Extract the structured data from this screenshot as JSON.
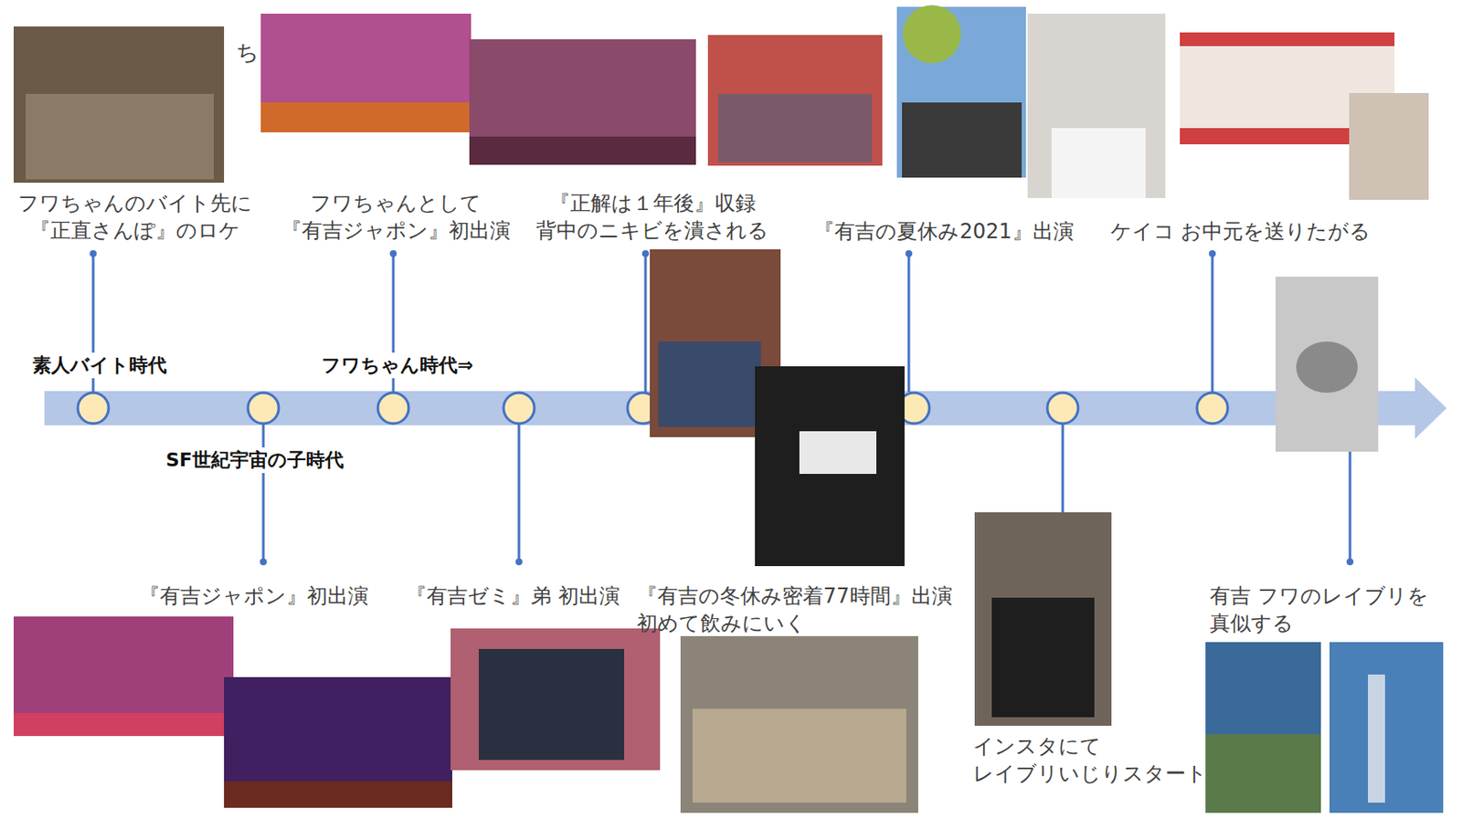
{
  "diagram": {
    "labels": [
      "フワちゃんのバイト先に 『正直さんぽ』のロケ",
      "ち",
      "フワちゃんとして 『有吉ジャポン』初出演",
      "『正解は１年後』収録 背中のニキビを潰される",
      "『有吉の夏休み2021』出演",
      "ケイコ お中元を送りたがる",
      "素人バイト時代",
      "フワちゃん時代⇒",
      "SF世紀宇宙の子時代",
      "『有吉ジャポン』初出演",
      "『有吉ゼミ』弟 初出演",
      "『有吉の冬休み密着77時間』出演 初めて飲みにいく",
      "インスタにて レイブリいじりスタート",
      "有吉 フワのレイブリを 真似する"
    ]
  }
}
